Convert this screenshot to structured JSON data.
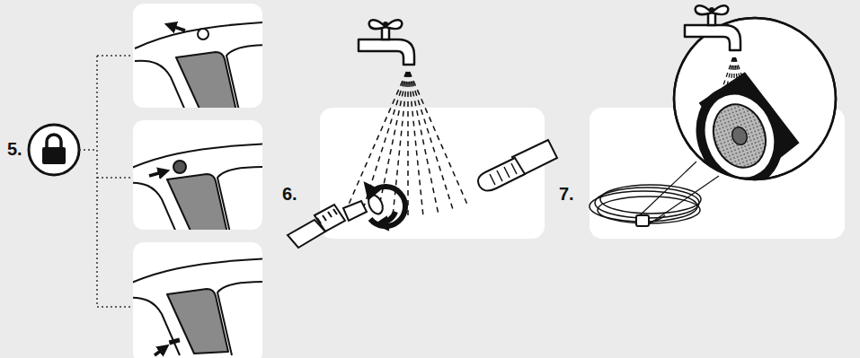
{
  "diagram": {
    "labels": [
      "5.",
      "6.",
      "7."
    ]
  }
}
